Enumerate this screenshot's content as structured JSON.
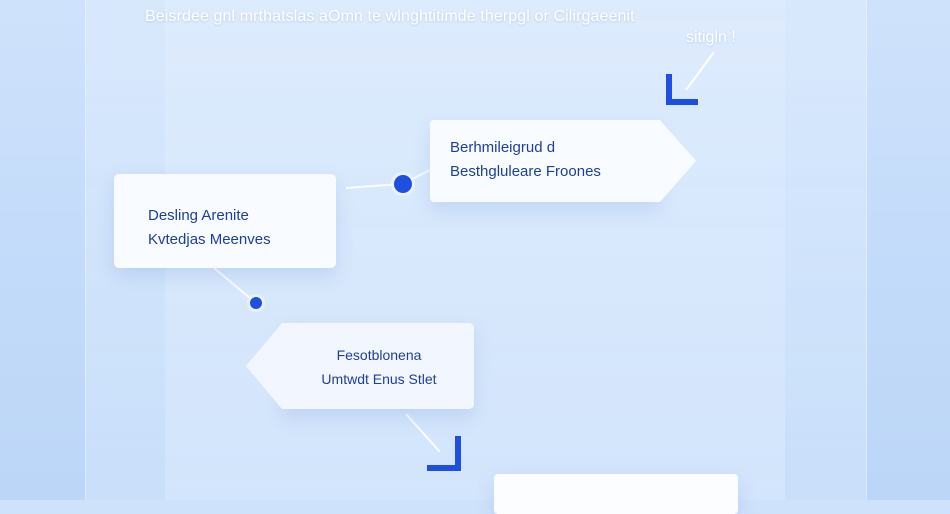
{
  "header": {
    "line1": "Beisrdee gnl mrthatslas aOmn te wlnghtitimde therpgl  or  Cilirgaeenit",
    "line2": "sitigln  !"
  },
  "nodes": {
    "left_node": {
      "line1": "Desling Arenite",
      "line2": "Kvtedjas Meenves"
    },
    "top_node": {
      "line1": "Berhmileigrud d",
      "line2": "Besthgluleare Froones"
    },
    "middle_node": {
      "line1": "Fesotblonena",
      "line2": "Umtwdt Enus Stlet"
    },
    "bottom_node": {
      "line1": ""
    }
  },
  "colors": {
    "background": "#c4dcfa",
    "node_fill": "#f8fbff",
    "node_text": "#1b3f9a",
    "accent": "#1f4fe0",
    "header_text": "#ffffff"
  },
  "icons": {
    "connector_dot": "circle",
    "flow_arrow": "corner-arrow-down-right"
  }
}
